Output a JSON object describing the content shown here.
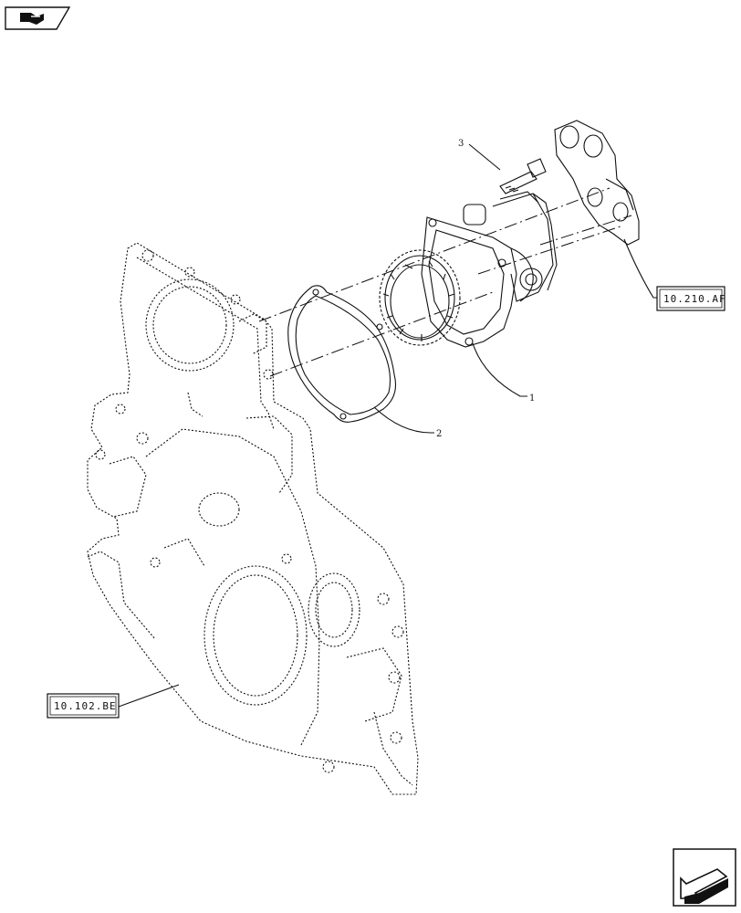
{
  "references": {
    "bracket_ref": "10.210.AF",
    "housing_ref": "10.102.BE"
  },
  "callouts": {
    "pump": "1",
    "gasket": "2",
    "bolt": "3"
  },
  "icons": {
    "top_left": "open-book-arrow-icon",
    "bottom_right": "next-page-arrow-icon"
  }
}
